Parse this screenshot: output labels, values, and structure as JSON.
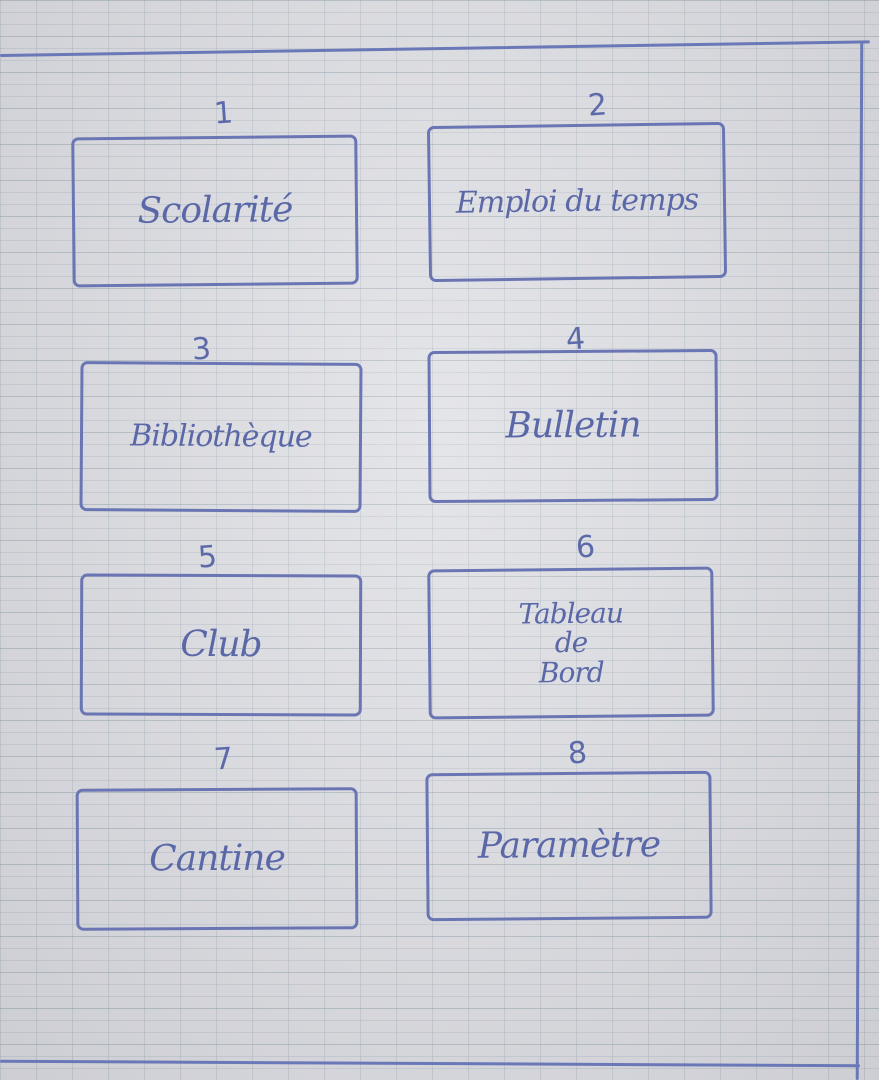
{
  "cards": [
    {
      "number": "1",
      "label": "Scolarité"
    },
    {
      "number": "2",
      "label": "Emploi du temps"
    },
    {
      "number": "3",
      "label": "Bibliothèque"
    },
    {
      "number": "4",
      "label": "Bulletin"
    },
    {
      "number": "5",
      "label": "Club"
    },
    {
      "number": "6",
      "label": "Tableau\nde\nBord"
    },
    {
      "number": "7",
      "label": "Cantine"
    },
    {
      "number": "8",
      "label": "Paramètre"
    }
  ],
  "colors": {
    "ink": "#5b68a8",
    "paper": "#dcdde2"
  }
}
